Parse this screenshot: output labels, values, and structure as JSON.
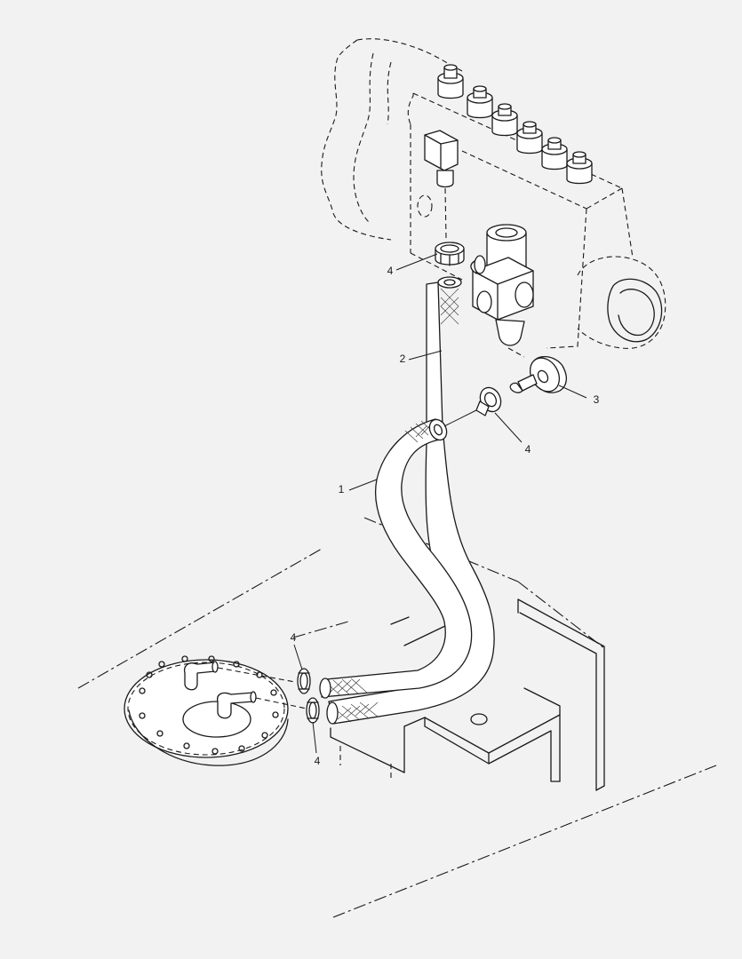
{
  "callouts": {
    "hose_return": "1",
    "hose_supply": "2",
    "banjo_bolt": "3",
    "clamp_top": "4",
    "clamp_mid": "4",
    "clamp_low_upper": "4",
    "clamp_low_lower": "4"
  },
  "colors": {
    "background": "#f2f2f2",
    "line": "#1a1a1a",
    "fill": "#ffffff"
  }
}
